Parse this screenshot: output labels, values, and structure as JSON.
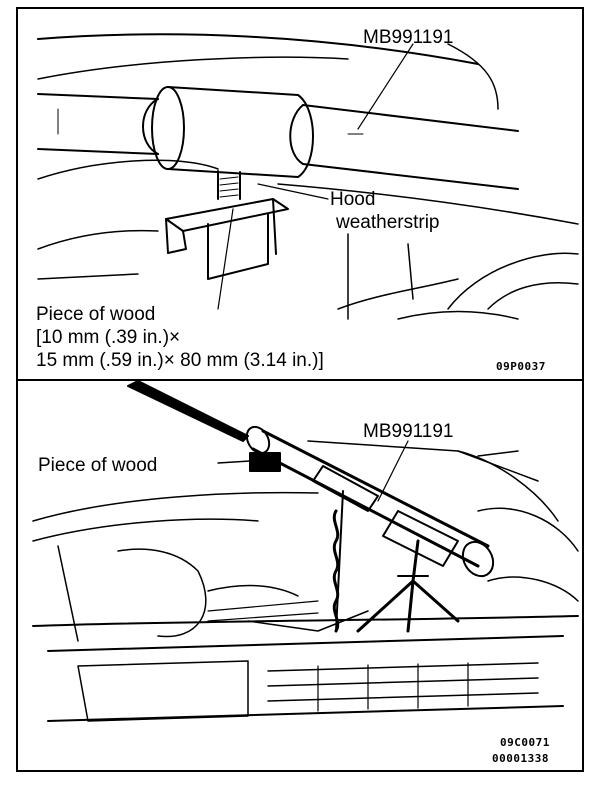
{
  "top_panel": {
    "tool_label": "MB991191",
    "weatherstrip_label_line1": "Hood",
    "weatherstrip_label_line2": "weatherstrip",
    "wood_label_line1": "Piece of wood",
    "wood_label_line2": "[10 mm (.39 in.)×",
    "wood_label_line3": "15 mm (.59 in.)× 80 mm (3.14 in.)]",
    "figure_code": "09P0037"
  },
  "bottom_panel": {
    "tool_label": "MB991191",
    "wood_label": "Piece of wood",
    "figure_code_1": "09C0071",
    "figure_code_2": "00001338"
  }
}
